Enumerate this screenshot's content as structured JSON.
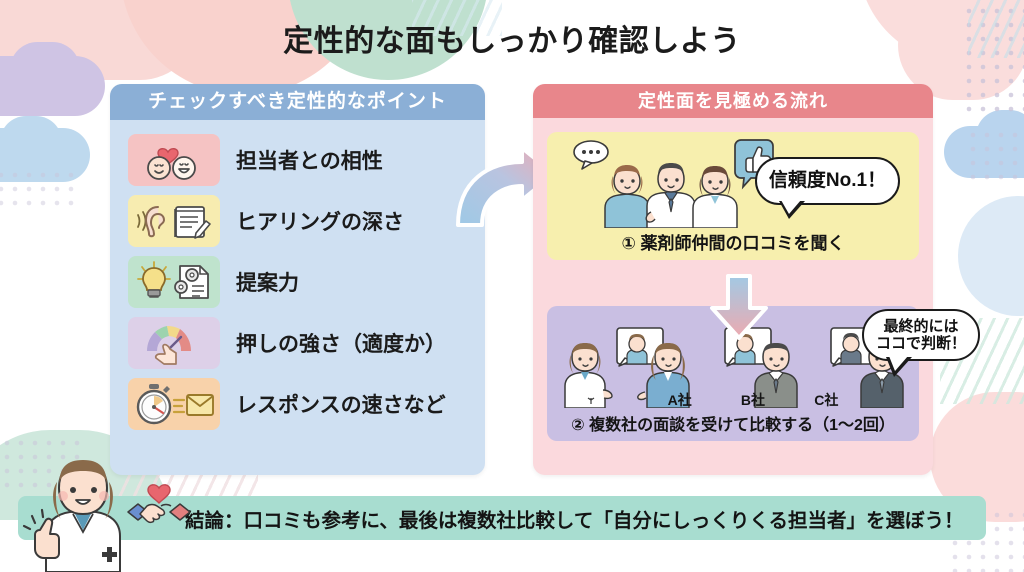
{
  "page": {
    "title": "定性的な面もしっかり確認しよう"
  },
  "colors": {
    "left_header": "#8bafd6",
    "left_body": "#cfe0f2",
    "right_header": "#e8868b",
    "right_body": "#fbd9dd",
    "step1_card": "#f7efae",
    "step2_card": "#c9bfe3",
    "banner": "#a8ddd0",
    "text": "#141414"
  },
  "left_panel": {
    "header": "チェックすべき定性的なポイント",
    "items": [
      {
        "label": "担当者との相性",
        "icon": "two-smiling-faces-heart-icon",
        "chip_color": "#f5c3c3"
      },
      {
        "label": "ヒアリングの深さ",
        "icon": "ear-notepad-icon",
        "chip_color": "#f7ecb0"
      },
      {
        "label": "提案力",
        "icon": "lightbulb-gears-document-icon",
        "chip_color": "#bfe3cd"
      },
      {
        "label": "押しの強さ（適度か）",
        "icon": "gauge-meter-hand-icon",
        "chip_color": "#ddd0e8"
      },
      {
        "label": "レスポンスの速さなど",
        "icon": "stopwatch-envelope-icon",
        "chip_color": "#f8d2aa"
      }
    ]
  },
  "right_panel": {
    "header": "定性面を見極める流れ",
    "step1": {
      "caption": "① 薬剤師仲間の口コミを聞く",
      "bubble": "信頼度No.1！",
      "illustration": "three-pharmacists-thumbs-up-icon"
    },
    "step2": {
      "caption": "② 複数社の面談を受けて比較する（1〜2回）",
      "bubble_line1": "最終的には",
      "bubble_line2": "ココで判断！",
      "companies": [
        "A社",
        "B社",
        "C社"
      ],
      "illustration": "pharmacist-and-three-recruiters-icon"
    },
    "flow_arrow": "down-arrow-icon"
  },
  "connector_arrow": "curved-right-arrow-icon",
  "banner": {
    "text": "結論：口コミも参考に、最後は複数社比較して「自分にしっくりくる担当者」を選ぼう！",
    "icon": "handshake-heart-icon"
  },
  "character": "pharmacist-thumbs-up-icon"
}
